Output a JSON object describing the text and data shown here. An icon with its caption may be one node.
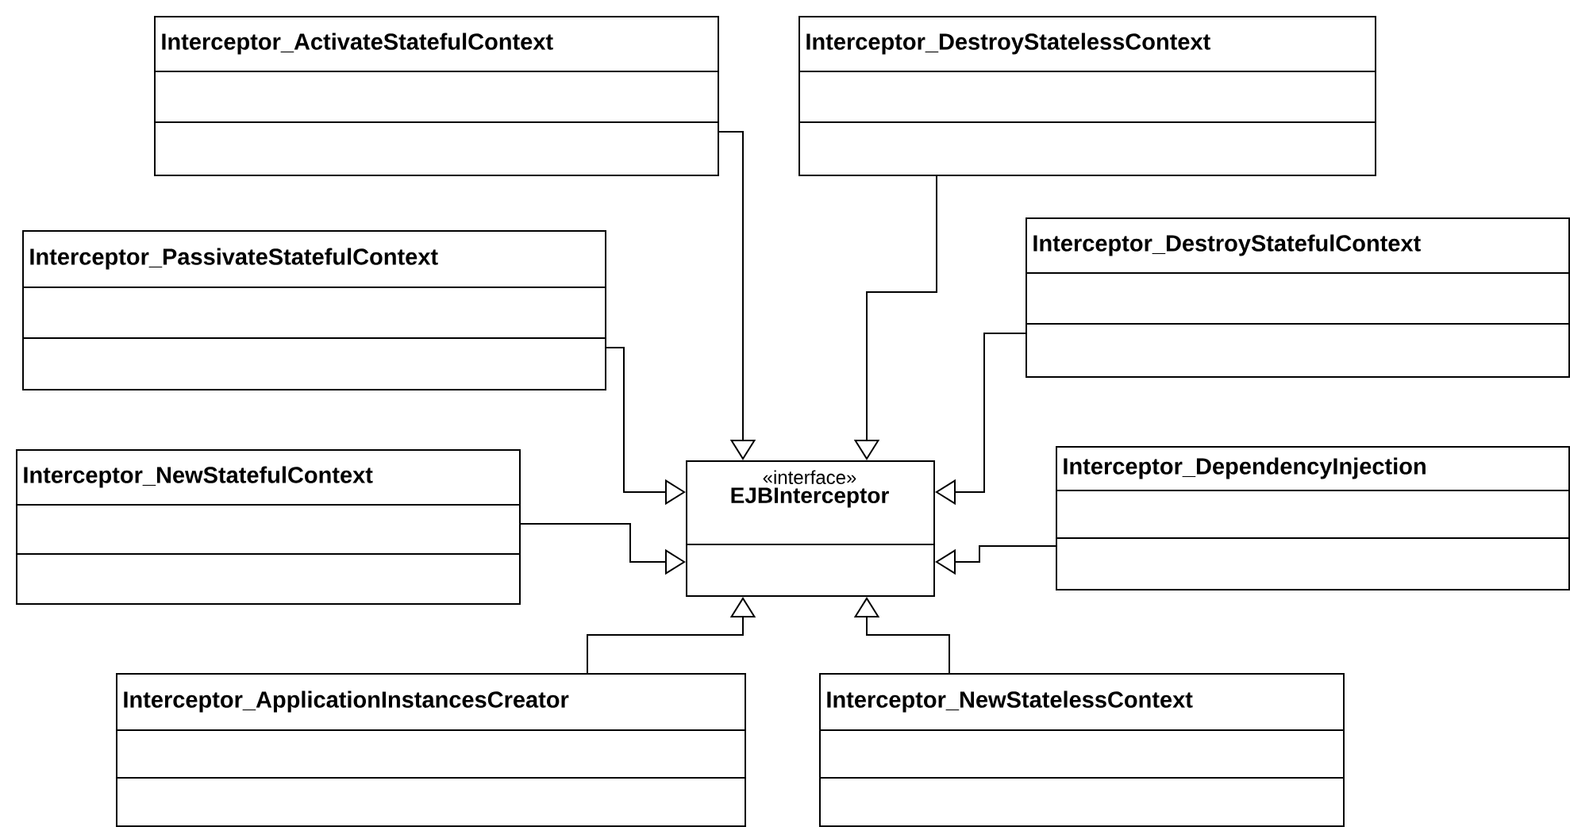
{
  "diagram": {
    "nodes": [
      {
        "text": [
          "«interface»",
          "EJBInterceptor"
        ]
      },
      {
        "text": [
          "Interceptor_ActivateStatefulContext"
        ]
      },
      {
        "text": [
          "Interceptor_DestroyStatelessContext"
        ]
      },
      {
        "text": [
          "Interceptor_PassivateStatefulContext"
        ]
      },
      {
        "text": [
          "Interceptor_DestroyStatefulContext"
        ]
      },
      {
        "text": [
          "Interceptor_NewStatefulContext"
        ]
      },
      {
        "text": [
          "Interceptor_DependencyInjection"
        ]
      },
      {
        "text": [
          "Interceptor_ApplicationInstancesCreator"
        ]
      },
      {
        "text": [
          "Interceptor_NewStatelessContext"
        ]
      }
    ],
    "edges": [
      {
        "from": 1,
        "to": 0,
        "arrow": "to"
      },
      {
        "from": 2,
        "to": 0,
        "arrow": "to"
      },
      {
        "from": 3,
        "to": 0,
        "arrow": "to"
      },
      {
        "from": 4,
        "to": 0,
        "arrow": "to"
      },
      {
        "from": 5,
        "to": 0,
        "arrow": "to"
      },
      {
        "from": 6,
        "to": 0,
        "arrow": "to"
      },
      {
        "from": 7,
        "to": 0,
        "arrow": "to"
      },
      {
        "from": 8,
        "to": 0,
        "arrow": "to"
      }
    ]
  }
}
